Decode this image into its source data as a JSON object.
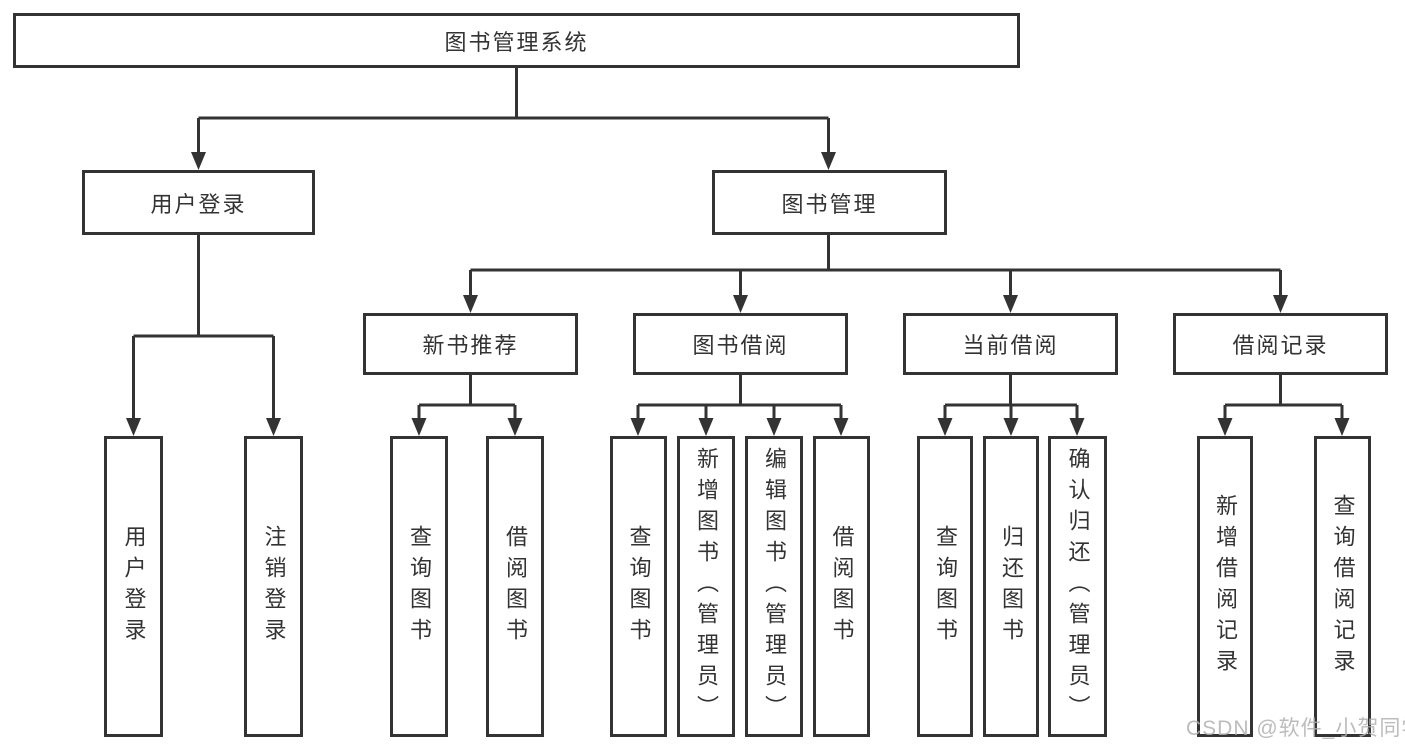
{
  "diagram": {
    "title": "图书管理系统",
    "nodes": {
      "root": "图书管理系统",
      "user_login": "用户登录",
      "book_mgmt": "图书管理",
      "new_book_rec": "新书推荐",
      "book_borrow": "图书借阅",
      "current_borrow": "当前借阅",
      "borrow_record": "借阅记录",
      "leaf_user_login": "用户登录",
      "leaf_logout": "注销登录",
      "leaf_nbr_query": "查询图书",
      "leaf_nbr_borrow": "借阅图书",
      "leaf_bb_query": "查询图书",
      "leaf_bb_add": "新增图书（管理员）",
      "leaf_bb_edit": "编辑图书（管理员）",
      "leaf_bb_borrow": "借阅图书",
      "leaf_cb_query": "查询图书",
      "leaf_cb_return": "归还图书",
      "leaf_cb_confirm": "确认归还（管理员）",
      "leaf_br_add": "新增借阅记录",
      "leaf_br_query": "查询借阅记录"
    },
    "colors": {
      "line": "#333333",
      "box_border": "#333333",
      "text": "#333333",
      "background": "#ffffff",
      "watermark": "#b0b0b0"
    }
  },
  "watermark": "CSDN @软件_小贺同学"
}
